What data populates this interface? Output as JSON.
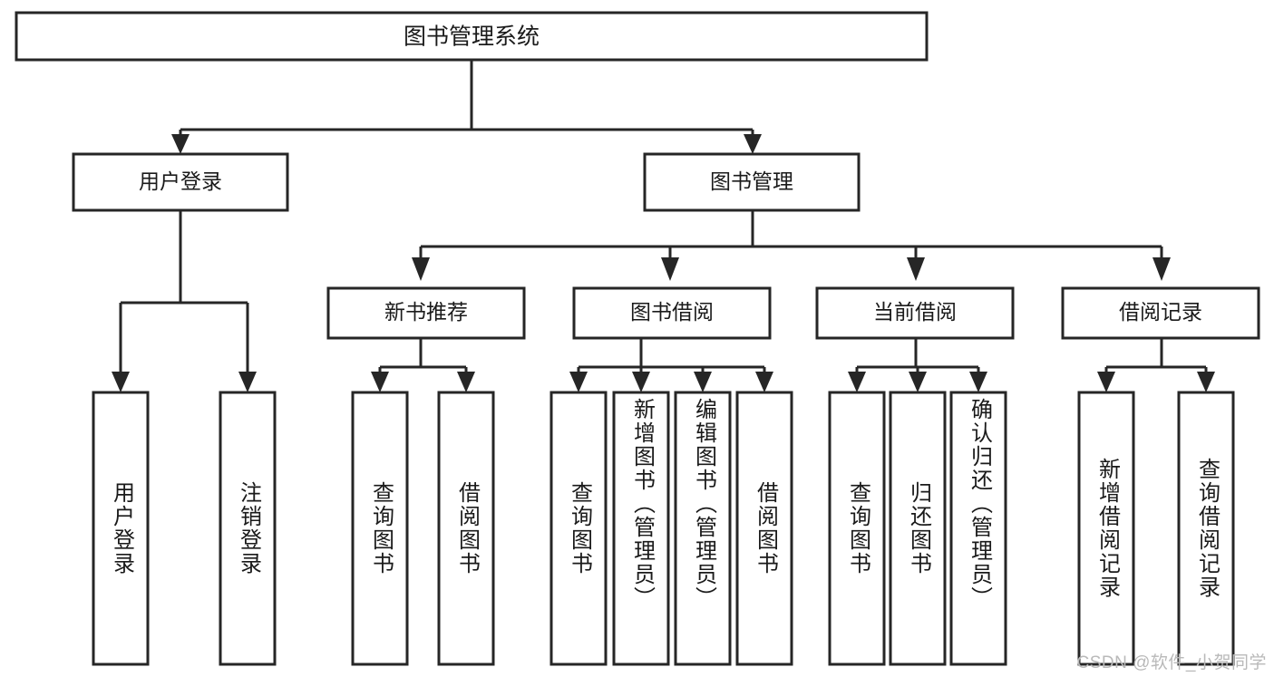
{
  "diagram": {
    "type": "tree-hierarchy",
    "title": "图书管理系统",
    "watermark": "CSDN @软件_小贺同学",
    "colors": {
      "box_stroke": "#262626",
      "box_fill": "#ffffff",
      "connector": "#262626",
      "text": "#1a1a1a",
      "watermark": "#b9b9b9",
      "background": "#ffffff"
    },
    "root": {
      "label": "图书管理系统",
      "children": [
        {
          "label": "用户登录",
          "children": [
            {
              "label": "用户登录"
            },
            {
              "label": "注销登录"
            }
          ]
        },
        {
          "label": "图书管理",
          "children": [
            {
              "label": "新书推荐",
              "children": [
                {
                  "label": "查询图书"
                },
                {
                  "label": "借阅图书"
                }
              ]
            },
            {
              "label": "图书借阅",
              "children": [
                {
                  "label": "查询图书"
                },
                {
                  "label": "新增图书（管理员）"
                },
                {
                  "label": "编辑图书（管理员）"
                },
                {
                  "label": "借阅图书"
                }
              ]
            },
            {
              "label": "当前借阅",
              "children": [
                {
                  "label": "查询图书"
                },
                {
                  "label": "归还图书"
                },
                {
                  "label": "确认归还（管理员）"
                }
              ]
            },
            {
              "label": "借阅记录",
              "children": [
                {
                  "label": "新增借阅记录"
                },
                {
                  "label": "查询借阅记录"
                }
              ]
            }
          ]
        }
      ]
    },
    "nodes": {
      "root": "图书管理系统",
      "l2_user_login": "用户登录",
      "l2_book_manage": "图书管理",
      "l3_new_book": "新书推荐",
      "l3_book_borrow": "图书借阅",
      "l3_current_borrow": "当前借阅",
      "l3_borrow_record": "借阅记录",
      "leaf_1": "用户登录",
      "leaf_2": "注销登录",
      "leaf_3": "查询图书",
      "leaf_4": "借阅图书",
      "leaf_5": "查询图书",
      "leaf_6": "新增图书（管理员）",
      "leaf_7": "编辑图书（管理员）",
      "leaf_8": "借阅图书",
      "leaf_9": "查询图书",
      "leaf_10": "归还图书",
      "leaf_11": "确认归还（管理员）",
      "leaf_12": "新增借阅记录",
      "leaf_13": "查询借阅记录"
    }
  }
}
